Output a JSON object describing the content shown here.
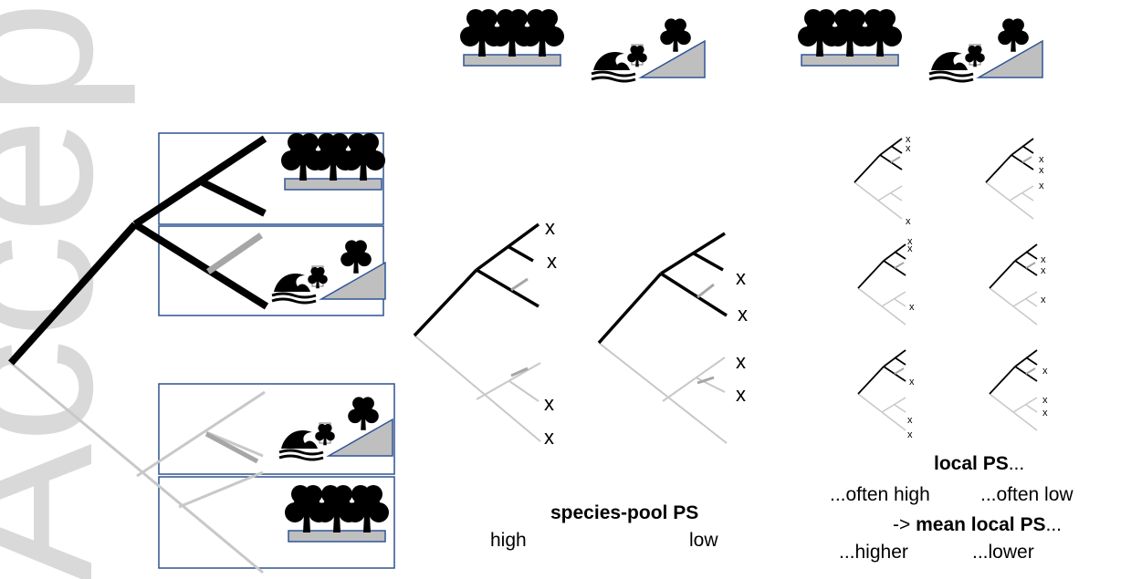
{
  "watermark": "Accepted",
  "labels": {
    "species_pool_title": "species-pool PS",
    "species_pool_high": "high",
    "species_pool_low": "low",
    "local_title_bold": "local PS",
    "local_title_rest": "...",
    "often_high": "...often high",
    "often_low": "...often low",
    "arrow_prefix": "-> ",
    "mean_local_bold": "mean local PS",
    "mean_local_rest": "...",
    "higher": "...higher",
    "lower": "...lower"
  },
  "x_mark": "x",
  "colors": {
    "black": "#000000",
    "light_gray": "#c8c8c8",
    "mid_gray": "#a6a6a6",
    "slope_fill": "#bfbfbf",
    "slope_stroke": "#2f5597",
    "frame": "#2f528f",
    "watermark": "#d9d9d9"
  },
  "habitat_icons": [
    "forest-habitat",
    "coastal-habitat"
  ]
}
